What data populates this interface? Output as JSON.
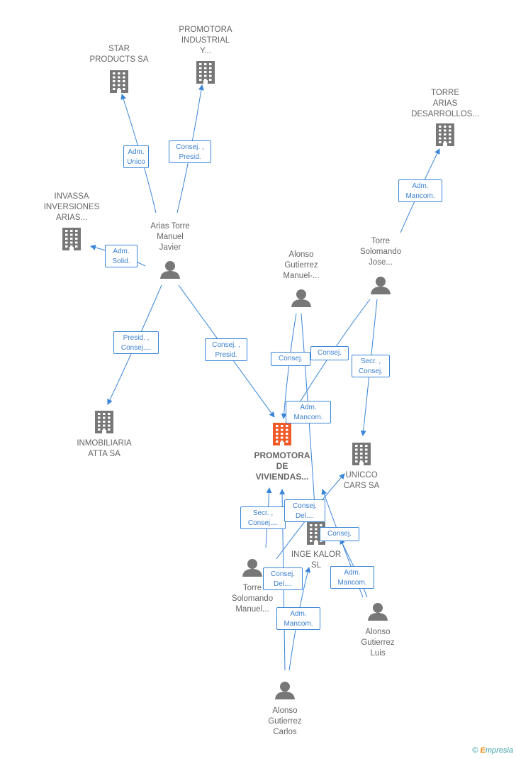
{
  "nodes": {
    "star": "STAR\nPRODUCTS SA",
    "promotora_ind": "PROMOTORA\nINDUSTRIAL\nY...",
    "torre_arias": "TORRE\nARIAS\nDESARROLLOS...",
    "invassa": "INVASSA\nINVERSIONES\nARIAS...",
    "arias": "Arias Torre\nManuel\nJavier",
    "alonso_manuel": "Alonso\nGutierrez\nManuel-...",
    "torre_jose": "Torre\nSolomando\nJose...",
    "inmobiliaria": "INMOBILIARIA\nATTA SA",
    "main": "PROMOTORA\nDE\nVIVIENDAS...",
    "unicco": "UNICCO\nCARS SA",
    "inge": "INGE KALOR\nSL",
    "torre_manuel": "Torre\nSolomando\nManuel...",
    "alonso_luis": "Alonso\nGutierrez\nLuis",
    "alonso_carlos": "Alonso\nGutierrez\nCarlos"
  },
  "edges": {
    "e1": "Adm.\nUnico",
    "e2": "Consej. ,\nPresid.",
    "e3": "Adm.\nMancom.",
    "e4": "Adm.\nSolid.",
    "e5": "Presid. ,\nConsej....",
    "e6": "Consej. ,\nPresid.",
    "e7": "Consej.",
    "e8": "Consej.",
    "e9": "Secr. ,\nConsej.",
    "e10": "Adm.\nMancom.",
    "e11": "Secr. ,\nConsej....",
    "e12": "Consej.\nDel....",
    "e13": "Consej.",
    "e14": "Adm.\nMancom.",
    "e15": "Consej.\nDel....",
    "e16": "Adm.\nMancom."
  },
  "colors": {
    "line": "#3a85d8",
    "icon": "#777777",
    "main_icon": "#f05a28"
  },
  "footer": {
    "copyright": "©",
    "brand_e": "E",
    "brand_rest": "mpresia"
  }
}
